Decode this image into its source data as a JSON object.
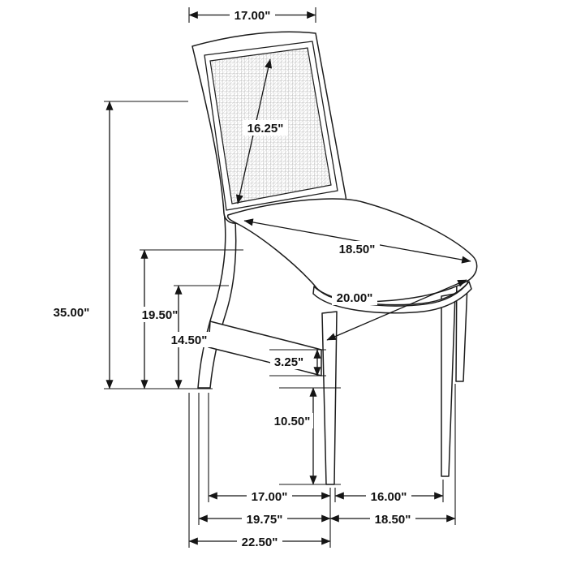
{
  "diagram": {
    "type": "product-dimension-diagram",
    "units": "inches",
    "dimensions": {
      "top_width": "17.00\"",
      "backrest_diagonal": "16.25\"",
      "overall_height": "35.00\"",
      "seat_height": "19.50\"",
      "back_leg_height": "14.50\"",
      "seat_diagonal_depth": "18.50\"",
      "seat_diagonal_width": "20.00\"",
      "stretcher_thickness": "3.25\"",
      "front_leg_height": "10.50\"",
      "leg_span_side": "17.00\"",
      "front_leg_span": "16.00\"",
      "base_depth": "19.75\"",
      "base_width": "18.50\"",
      "overall_depth": "22.50\""
    }
  }
}
